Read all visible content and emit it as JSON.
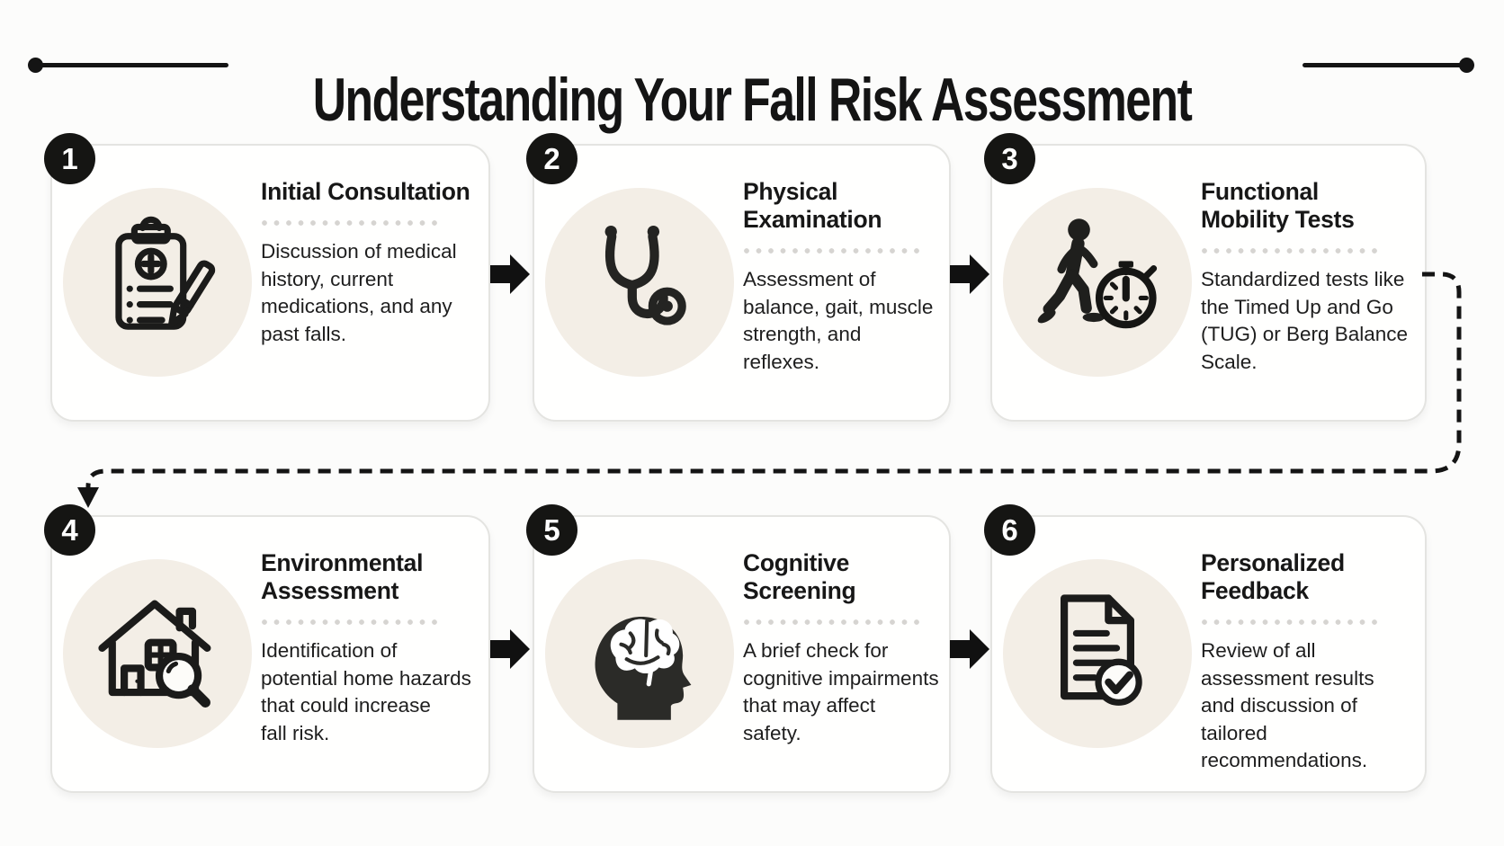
{
  "page": {
    "title": "Understanding Your Fall Risk Assessment"
  },
  "steps": [
    {
      "number": "1",
      "title": "Initial Consultation",
      "description": "Discussion of medical\nhistory, current\nmedications, and any\npast falls.",
      "icon": "clipboard-pen-icon"
    },
    {
      "number": "2",
      "title": "Physical\nExamination",
      "description": "Assessment of\nbalance, gait, muscle\nstrength, and\nreflexes.",
      "icon": "stethoscope-icon"
    },
    {
      "number": "3",
      "title": "Functional\nMobility Tests",
      "description": "Standardized tests like\nthe Timed Up and Go\n(TUG) or Berg Balance\nScale.",
      "icon": "walking-stopwatch-icon"
    },
    {
      "number": "4",
      "title": "Environmental\nAssessment",
      "description": "Identification of\npotential home hazards\nthat could increase\nfall risk.",
      "icon": "house-magnifier-icon"
    },
    {
      "number": "5",
      "title": "Cognitive\nScreening",
      "description": "A brief check for\ncognitive impairments\nthat may affect\nsafety.",
      "icon": "head-brain-icon"
    },
    {
      "number": "6",
      "title": "Personalized\nFeedback",
      "description": "Review of all\nassessment results\nand discussion of\ntailored\nrecommendations.",
      "icon": "document-check-icon"
    }
  ],
  "colors": {
    "ink": "#141414",
    "card_border": "#e4e4e1",
    "icon_circle_bg": "#f3eee6",
    "divider_dot": "#d6d4d1",
    "badge_bg": "#151513",
    "badge_text": "#ffffff"
  }
}
